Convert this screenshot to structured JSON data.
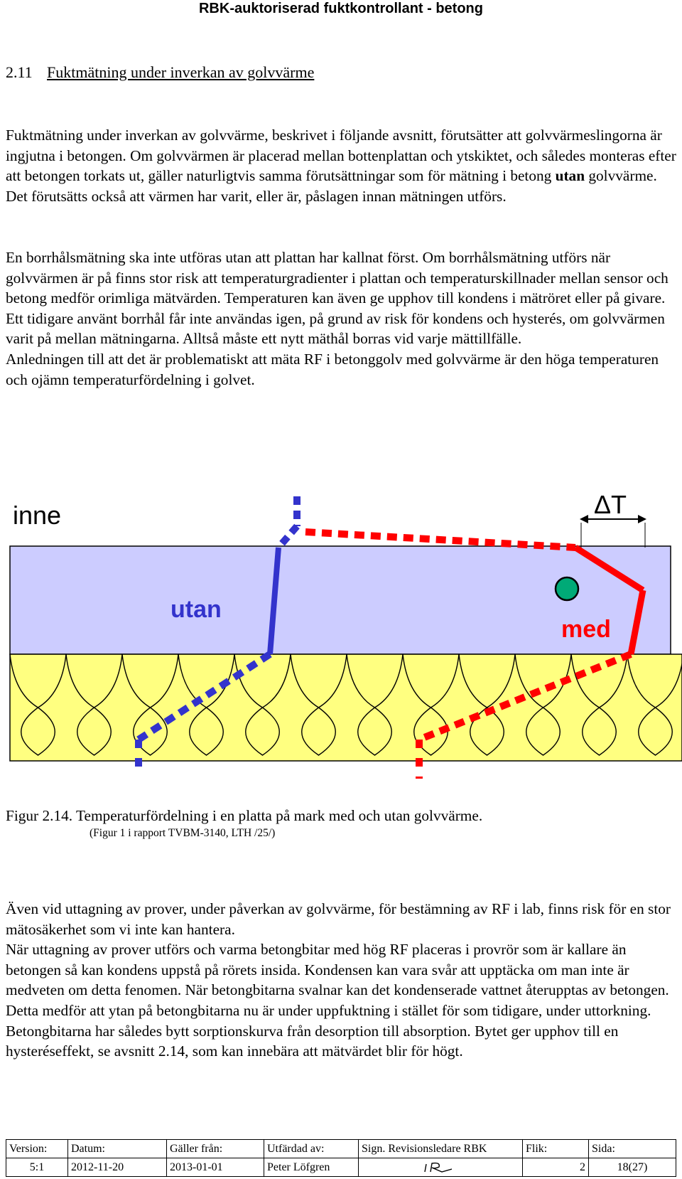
{
  "header": "RBK-auktoriserad fuktkontrollant - betong",
  "section": {
    "number": "2.11",
    "title": "Fuktmätning under inverkan av golvvärme"
  },
  "para1": {
    "a": "Fuktmätning under inverkan av golvvärme, beskrivet i följande avsnitt, förutsätter att golvvärmeslingorna är ingjutna i betongen. Om golvvärmen är placerad mellan bottenplattan och ytskiktet, och således monteras efter att betongen torkats ut, gäller naturligtvis samma förutsättningar som för mätning i betong ",
    "bold": "utan",
    "b": " golvvärme. Det förutsätts också att värmen har varit, eller är, påslagen innan mätningen utförs."
  },
  "para2": {
    "line1": "En borrhålsmätning ska inte utföras utan att plattan har kallnat först. Om borrhålsmätning utförs när golvvärmen är på finns stor risk att temperaturgradienter i plattan och temperaturskillnader mellan sensor och betong medför orimliga mätvärden. Temperaturen kan även ge upphov till kondens i mätröret eller på givare. Ett tidigare använt borrhål får inte användas igen, på grund av risk för kondens och hysterés, om golvvärmen varit på mellan mätningarna. Alltså måste ett nytt mäthål borras vid varje mättillfälle.",
    "line2": "Anledningen till att det är problematiskt att mäta RF i betonggolv med golvvärme är den höga temperaturen och ojämn temperaturfördelning i golvet."
  },
  "figure": {
    "label_inne": "inne",
    "label_utan": "utan",
    "label_med": "med",
    "label_delta_t": "ΔT",
    "colors": {
      "slab": "#ccccff",
      "insulation": "#ffff80",
      "utan_line": "#3333cc",
      "med_line": "#ff0000",
      "sensor": "#00aa77"
    }
  },
  "caption": "Figur 2.14. Temperaturfördelning i en platta på mark med och utan golvvärme.",
  "subcaption": "(Figur 1 i rapport TVBM-3140, LTH /25/)",
  "para3": {
    "line1": "Även vid uttagning av prover, under påverkan av golvvärme, för bestämning av RF i lab, finns risk för en stor mätosäkerhet som vi inte kan hantera.",
    "line2": "När uttagning av prover utförs och varma betongbitar med hög RF placeras i provrör som är kallare än betongen så kan kondens uppstå på rörets insida. Kondensen kan vara svår att upptäcka om man inte är medveten om detta fenomen. När betongbitarna svalnar kan det kondenserade vattnet återupptas av betongen. Detta medför att ytan på betongbitarna nu är under uppfuktning i stället för som tidigare, under uttorkning. Betongbitarna har således bytt sorptionskurva från desorption till absorption. Bytet ger upphov till en hysteréseffekt, se avsnitt 2.14, som kan innebära att mätvärdet blir för högt."
  },
  "footer": {
    "headers": [
      "Version:",
      "Datum:",
      "Gäller från:",
      "Utfärdad av:",
      "Sign. Revisionsledare RBK",
      "Flik:",
      "Sida:"
    ],
    "values": [
      "5:1",
      "2012-11-20",
      "2013-01-01",
      "Peter Löfgren",
      "",
      "2",
      "18(27)"
    ]
  }
}
